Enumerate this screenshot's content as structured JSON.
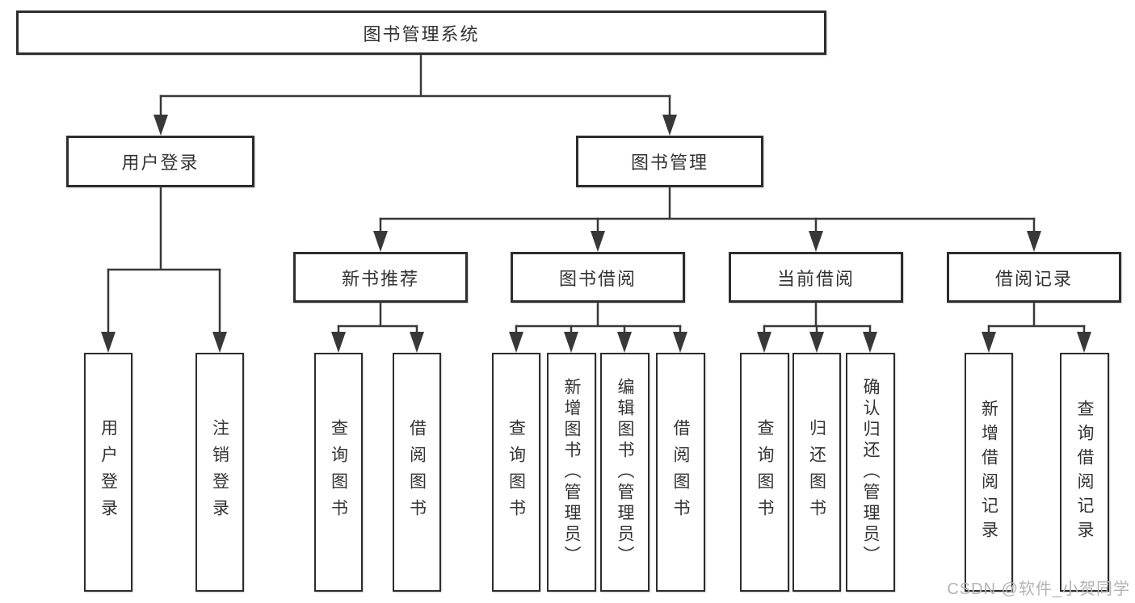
{
  "title": "图书管理系统",
  "user_login": {
    "label": "用户登录",
    "children": [
      "用户登录",
      "注销登录"
    ]
  },
  "book_management": {
    "label": "图书管理",
    "sections": {
      "new_books": {
        "label": "新书推荐",
        "children": [
          "查询图书",
          "借阅图书"
        ]
      },
      "book_borrow": {
        "label": "图书借阅",
        "children": [
          "查询图书",
          "新增图书（管理员）",
          "编辑图书（管理员）",
          "借阅图书"
        ]
      },
      "current_borrow": {
        "label": "当前借阅",
        "children": [
          "查询图书",
          "归还图书",
          "确认归还（管理员）"
        ]
      },
      "borrow_records": {
        "label": "借阅记录",
        "children": [
          "新增借阅记录",
          "查询借阅记录"
        ]
      }
    }
  },
  "watermark": "CSDN @软件_小贺同学",
  "colors": {
    "line": "#383838",
    "border": "#2d2d2d",
    "text": "#333333",
    "watermark": "#b3b3b3",
    "background": "#ffffff"
  }
}
